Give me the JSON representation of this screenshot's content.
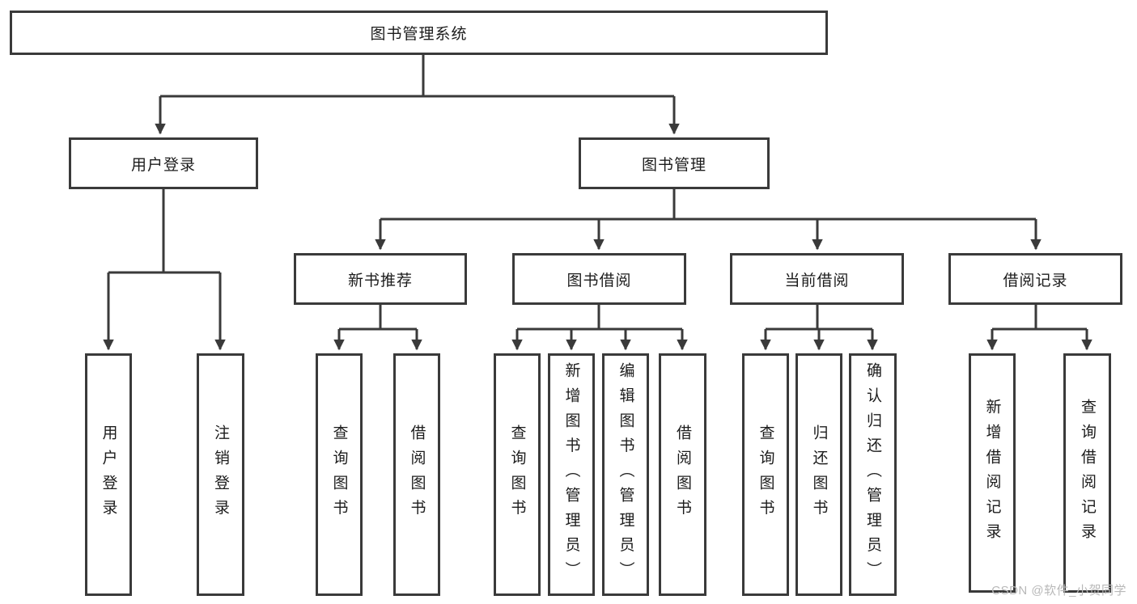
{
  "diagram": {
    "type": "hierarchy-tree",
    "root": {
      "label": "图书管理系统"
    },
    "branches": [
      {
        "id": "user-login",
        "label": "用户登录"
      },
      {
        "id": "book-management",
        "label": "图书管理"
      }
    ],
    "modules": [
      {
        "id": "new-book-recommend",
        "label": "新书推荐",
        "parent": "图书管理"
      },
      {
        "id": "book-borrow",
        "label": "图书借阅",
        "parent": "图书管理"
      },
      {
        "id": "current-borrow",
        "label": "当前借阅",
        "parent": "图书管理"
      },
      {
        "id": "borrow-record",
        "label": "借阅记录",
        "parent": "图书管理"
      }
    ],
    "leaves": [
      {
        "parent": "用户登录",
        "label": "用户登录"
      },
      {
        "parent": "用户登录",
        "label": "注销登录"
      },
      {
        "parent": "新书推荐",
        "label": "查询图书"
      },
      {
        "parent": "新书推荐",
        "label": "借阅图书"
      },
      {
        "parent": "图书借阅",
        "label": "查询图书"
      },
      {
        "parent": "图书借阅",
        "label": "新增图书（管理员）"
      },
      {
        "parent": "图书借阅",
        "label": "编辑图书（管理员）"
      },
      {
        "parent": "图书借阅",
        "label": "借阅图书"
      },
      {
        "parent": "当前借阅",
        "label": "查询图书"
      },
      {
        "parent": "当前借阅",
        "label": "归还图书"
      },
      {
        "parent": "当前借阅",
        "label": "确认归还（管理员）"
      },
      {
        "parent": "借阅记录",
        "label": "新增借阅记录"
      },
      {
        "parent": "借阅记录",
        "label": "查询借阅记录"
      }
    ]
  },
  "watermark": "CSDN @软件_小贺同学",
  "colors": {
    "line": "#3a3a3a",
    "text": "#1c1c1c",
    "watermark": "#b8b8b8",
    "background": "#ffffff"
  }
}
